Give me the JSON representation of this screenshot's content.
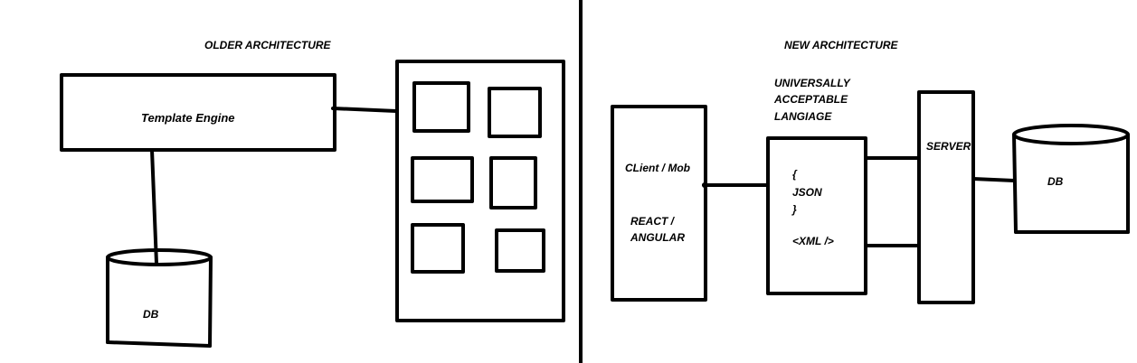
{
  "older": {
    "title": "OLDER ARCHITECTURE",
    "template_engine_label": "Template Engine",
    "db_label": "DB"
  },
  "newer": {
    "title": "NEW ARCHITECTURE",
    "universal_lines": [
      "UNIVERSALLY",
      "ACCEPTABLE",
      "LANGIAGE"
    ],
    "client_label": "CLient / Mob",
    "framework_lines": [
      "REACT /",
      "ANGULAR"
    ],
    "format_lines": [
      "{",
      "JSON",
      "}"
    ],
    "xml_label": "<XML />",
    "server_label": "SERVER",
    "db_label": "DB"
  },
  "colors": {
    "stroke": "#000000",
    "background": "#ffffff"
  }
}
